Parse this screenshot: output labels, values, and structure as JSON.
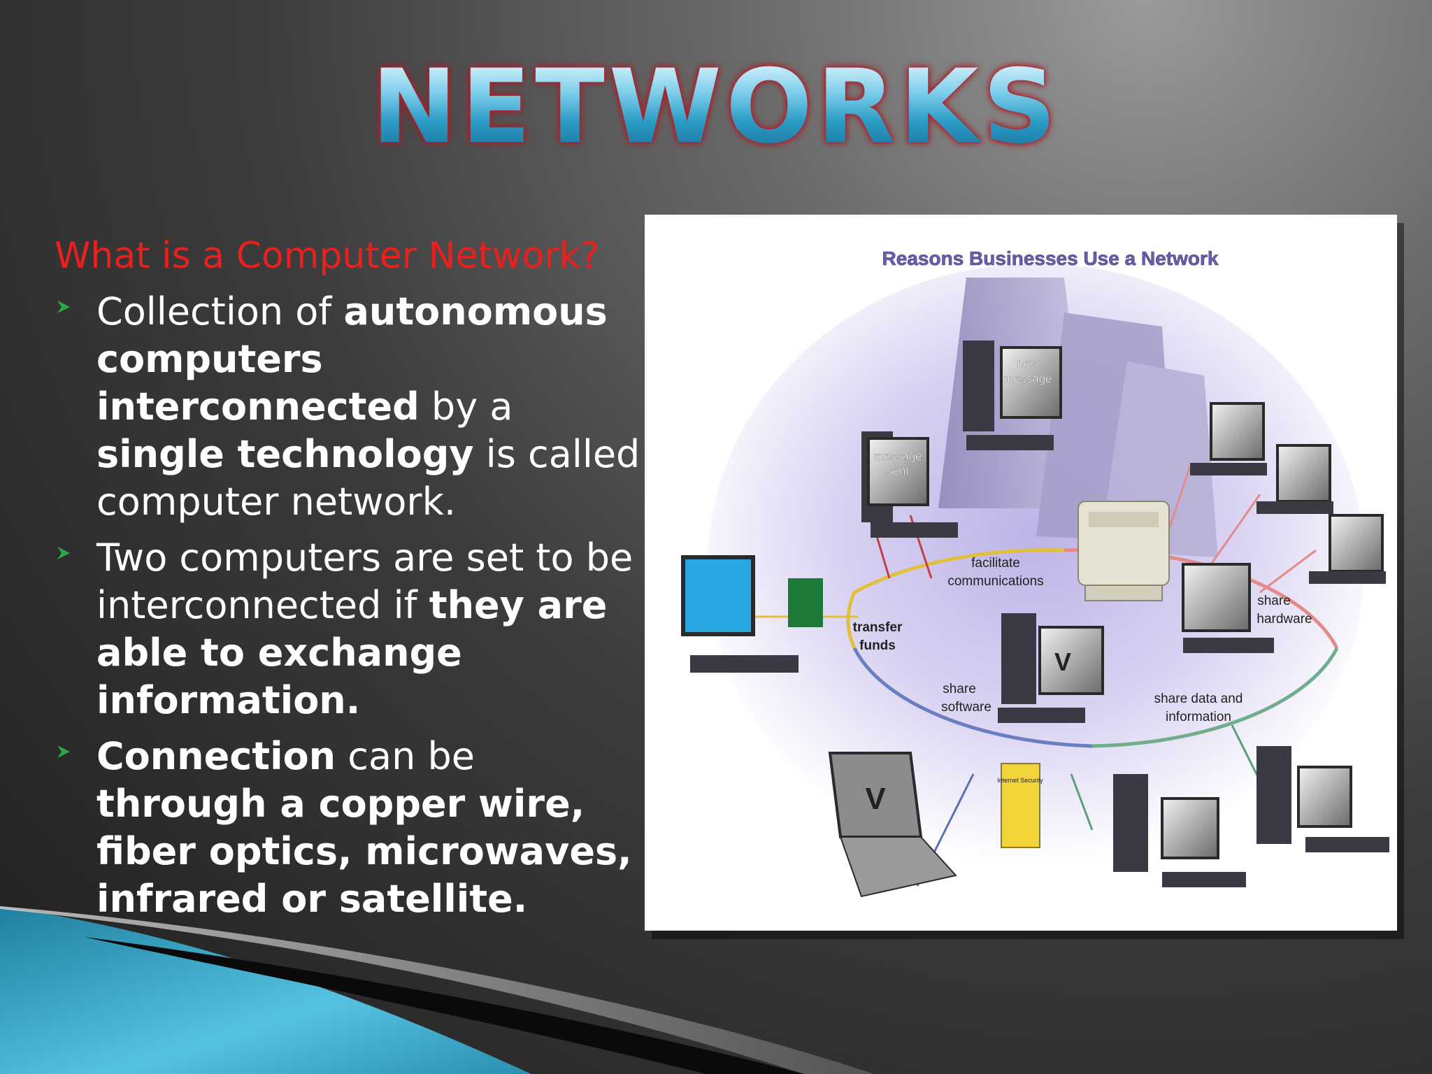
{
  "slide": {
    "title": "NETWORKS",
    "question": "What is a Computer Network?",
    "bullets": [
      {
        "parts": [
          {
            "text": "Collection of ",
            "bold": false
          },
          {
            "text": "autonomous computers interconnected",
            "bold": true
          },
          {
            "text": " by a ",
            "bold": false
          },
          {
            "text": "single technology",
            "bold": true
          },
          {
            "text": " is called computer network.",
            "bold": false
          }
        ]
      },
      {
        "parts": [
          {
            "text": "Two computers are set to be interconnected if ",
            "bold": false
          },
          {
            "text": "they are able to exchange information.",
            "bold": true
          }
        ]
      },
      {
        "parts": [
          {
            "text": "Connection",
            "bold": true
          },
          {
            "text": " can be ",
            "bold": false
          },
          {
            "text": "through a copper wire, fiber optics, microwaves, infrared or satellite.",
            "bold": true
          }
        ]
      }
    ]
  },
  "figure": {
    "heading": "Reasons Businesses Use a Network",
    "labels": {
      "new_message_1": "new",
      "new_message_2": "message",
      "message_sent_1": "message",
      "message_sent_2": "sent",
      "facilitate_1": "facilitate",
      "facilitate_2": "communications",
      "transfer_1": "transfer",
      "transfer_2": "funds",
      "share_hw_1": "share",
      "share_hw_2": "hardware",
      "share_sw_1": "share",
      "share_sw_2": "software",
      "share_data_1": "share data and",
      "share_data_2": "information",
      "antivirus_letter": "V",
      "product_box": "Internet Security"
    }
  },
  "colors": {
    "question": "#e8201e",
    "bullet_arrow": "#2aa84a",
    "title_fill": "#4fb8d8",
    "title_glow": "#c0202a"
  }
}
